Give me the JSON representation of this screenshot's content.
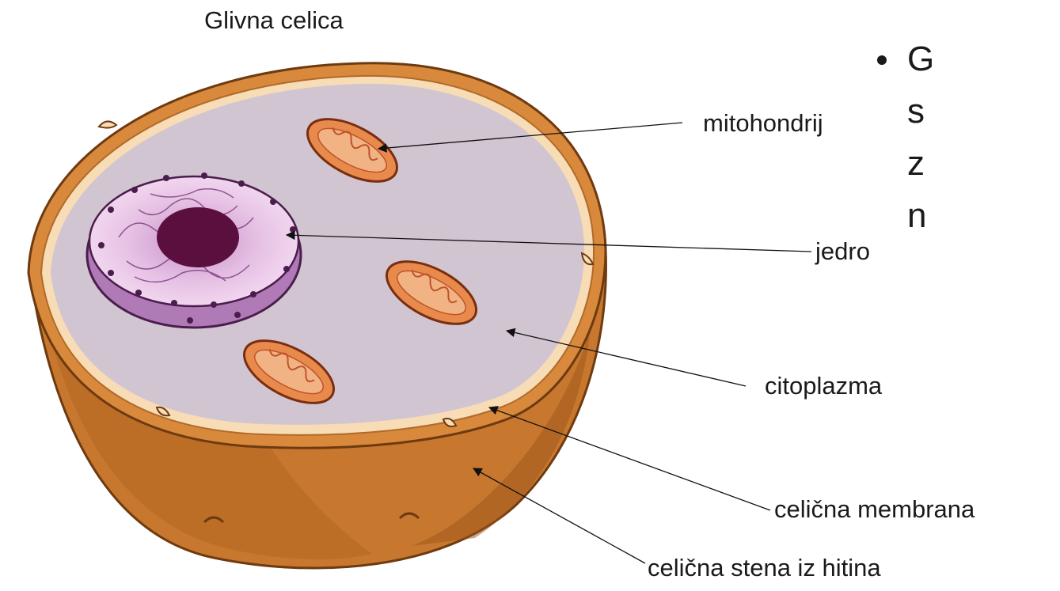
{
  "title": "Glivna celica",
  "labels": {
    "mitochondrion": "mitohondrij",
    "nucleus": "jedro",
    "cytoplasm": "citoplazma",
    "cell_membrane": "celična membrana",
    "cell_wall": "celična stena iz hitina"
  },
  "bullet_lines": [
    "G",
    "s",
    "z",
    "n"
  ],
  "colors": {
    "cell_wall": "#c7782e",
    "cell_wall_dark": "#8f4e18",
    "cell_membrane": "#f7dcb5",
    "cytoplasm": "#d2c5d2",
    "nucleus_envelope": "#c59cc9",
    "nucleus_inner": "#e9c6e8",
    "nucleolus": "#5b0f3e",
    "mitochondrion": "#e98a4d",
    "mitochondrion_inner": "#f1b383"
  }
}
